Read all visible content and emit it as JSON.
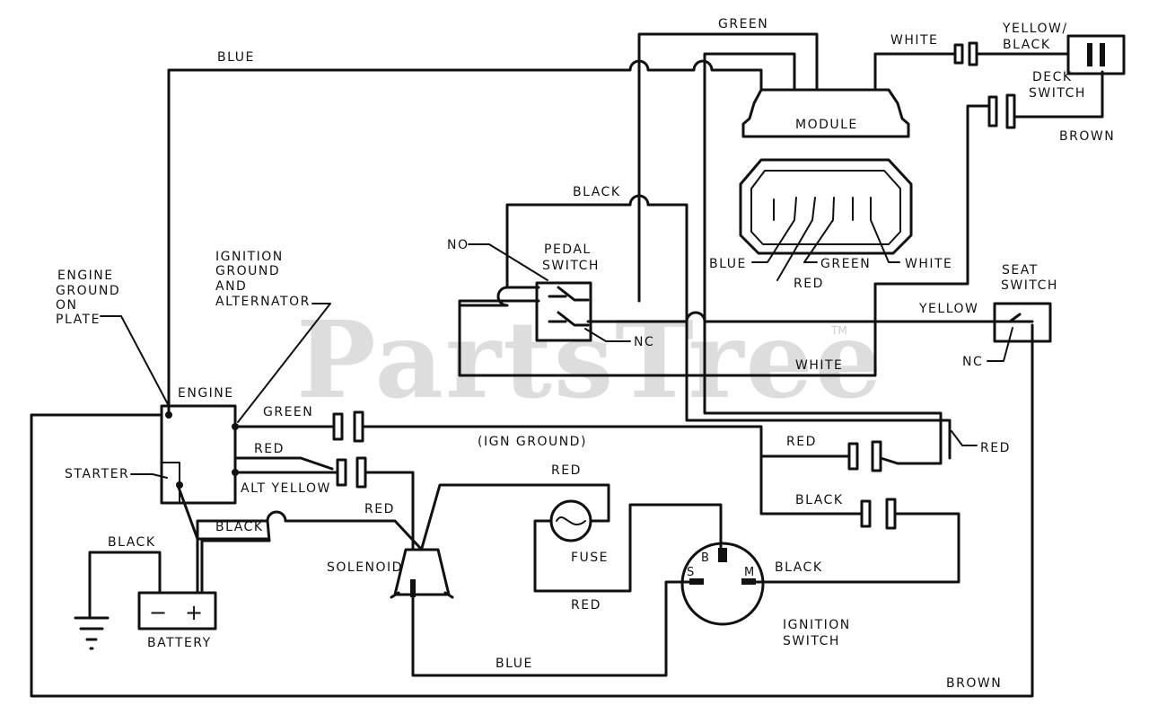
{
  "watermark": {
    "text": "PartsTree",
    "tm": "TM"
  },
  "wires": {
    "blue_top": "BLUE",
    "green_top": "GREEN",
    "white_top": "WHITE",
    "yellow_black_1": "YELLOW/",
    "yellow_black_2": "BLACK",
    "deck_switch_1": "DECK",
    "deck_switch_2": "SWITCH",
    "brown_deck": "BROWN",
    "black_pedal": "BLACK",
    "yellow_seat": "YELLOW",
    "white_mid": "WHITE",
    "green_engine": "GREEN",
    "ign_ground": "(IGN GROUND)",
    "red_engine": "RED",
    "alt_yellow": "ALT YELLOW",
    "red_right_1": "RED",
    "red_right_2": "RED",
    "black_right": "BLACK",
    "red_fuse_top": "RED",
    "red_solenoid": "RED",
    "black_engine": "BLACK",
    "black_battery": "BLACK",
    "black_ign": "BLACK",
    "red_fuse_bottom": "RED",
    "blue_bottom": "BLUE",
    "brown_bottom": "BROWN"
  },
  "components": {
    "module": "MODULE",
    "pedal_switch_1": "PEDAL",
    "pedal_switch_2": "SWITCH",
    "no": "NO",
    "nc_pedal": "NC",
    "seat_switch_1": "SEAT",
    "seat_switch_2": "SWITCH",
    "nc_seat": "NC",
    "engine": "ENGINE",
    "starter": "STARTER",
    "engine_ground_1": "ENGINE",
    "engine_ground_2": "GROUND",
    "engine_ground_3": "ON",
    "engine_ground_4": "PLATE",
    "ign_ground_alt_1": "IGNITION",
    "ign_ground_alt_2": "GROUND",
    "ign_ground_alt_3": "AND",
    "ign_ground_alt_4": "ALTERNATOR",
    "battery": "BATTERY",
    "battery_minus": "−",
    "battery_plus": "+",
    "solenoid": "SOLENOID",
    "fuse": "FUSE",
    "ignition_switch_1": "IGNITION",
    "ignition_switch_2": "SWITCH",
    "term_s": "S",
    "term_b": "B",
    "term_m": "M"
  },
  "connector_pins": {
    "blue": "BLUE",
    "green": "GREEN",
    "white": "WHITE",
    "red": "RED"
  }
}
